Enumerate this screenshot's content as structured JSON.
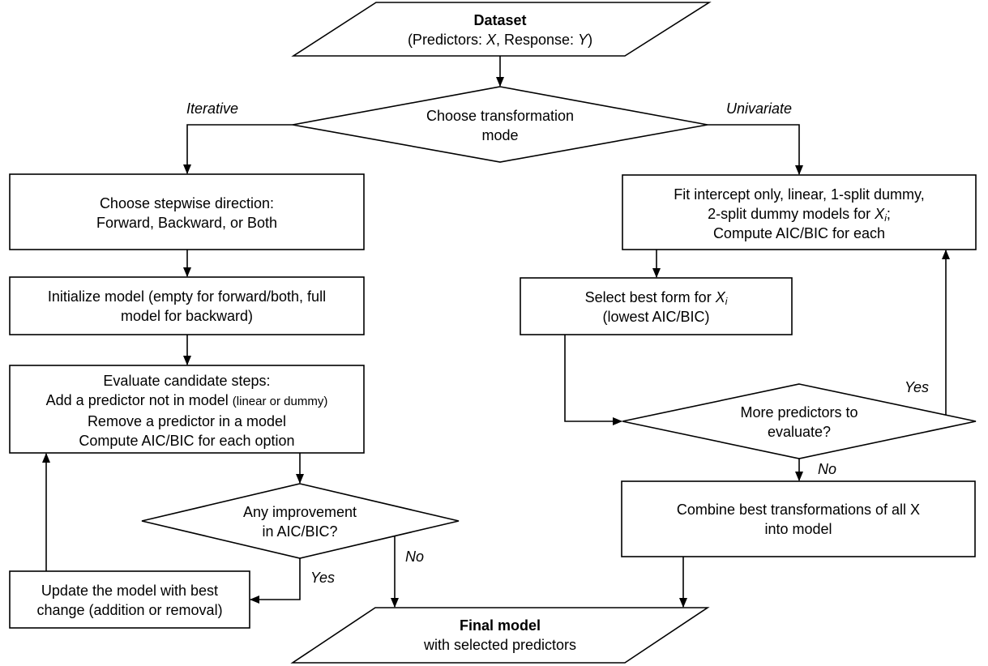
{
  "dataset": {
    "title": "Dataset",
    "line2_pre": "(Predictors: ",
    "x_var": "X",
    "line2_mid": ", Response: ",
    "y_var": "Y",
    "line2_post": ")"
  },
  "mode": {
    "line1": "Choose transformation",
    "line2": "mode"
  },
  "branch_labels": {
    "iterative": "Iterative",
    "univariate": "Univariate"
  },
  "iterative": {
    "stepwise": {
      "line1": "Choose stepwise direction:",
      "line2": "Forward, Backward, or Both"
    },
    "init": {
      "line1": "Initialize model (empty for forward/both, full",
      "line2": "model for backward)"
    },
    "evaluate": {
      "line1": "Evaluate candidate steps:",
      "line2": "Add a predictor not in model ",
      "line2_note": "(linear or dummy)",
      "line3": "Remove a predictor in a model",
      "line4": "Compute AIC/BIC for each option"
    },
    "improve": {
      "line1": "Any improvement",
      "line2": "in AIC/BIC?"
    },
    "update": {
      "line1": "Update the model with best",
      "line2": "change (addition or removal)"
    },
    "yes_label": "Yes",
    "no_label": "No"
  },
  "univariate": {
    "fit": {
      "line1": "Fit intercept only, linear, 1-split dummy,",
      "line2_pre": "2-split dummy models for ",
      "var": "X",
      "sub": "i",
      "line2_post": ";",
      "line3": "Compute AIC/BIC for each"
    },
    "select": {
      "line1_pre": "Select best form for ",
      "var": "X",
      "sub": "i",
      "line2": "(lowest AIC/BIC)"
    },
    "more": {
      "line1": "More predictors to",
      "line2": "evaluate?"
    },
    "combine": {
      "line1": "Combine best transformations of all X",
      "line2": "into model"
    },
    "yes_label": "Yes",
    "no_label": "No"
  },
  "final": {
    "title": "Final model",
    "line2": "with selected predictors"
  }
}
